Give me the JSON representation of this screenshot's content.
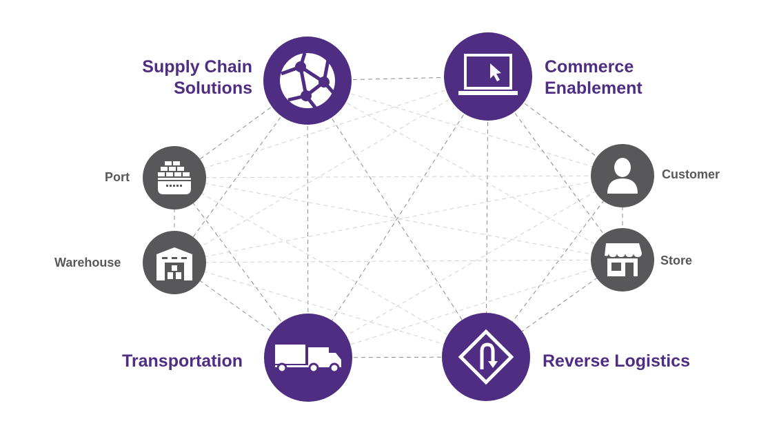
{
  "colors": {
    "primary": "#4f2d83",
    "secondary": "#58585a",
    "link_dark": "#8a8a8a",
    "link_light": "#d0d0d0"
  },
  "nodes": {
    "supply_chain": {
      "line1": "Supply Chain",
      "line2": "Solutions",
      "icon": "globe-network-icon"
    },
    "commerce": {
      "line1": "Commerce",
      "line2": "Enablement",
      "icon": "laptop-cursor-icon"
    },
    "port": {
      "label": "Port",
      "icon": "cargo-ship-icon"
    },
    "warehouse": {
      "label": "Warehouse",
      "icon": "warehouse-icon"
    },
    "customer": {
      "label": "Customer",
      "icon": "person-icon"
    },
    "store": {
      "label": "Store",
      "icon": "storefront-icon"
    },
    "transportation": {
      "label": "Transportation",
      "icon": "trucks-icon"
    },
    "reverse": {
      "label": "Reverse Logistics",
      "icon": "u-turn-sign-icon"
    }
  }
}
